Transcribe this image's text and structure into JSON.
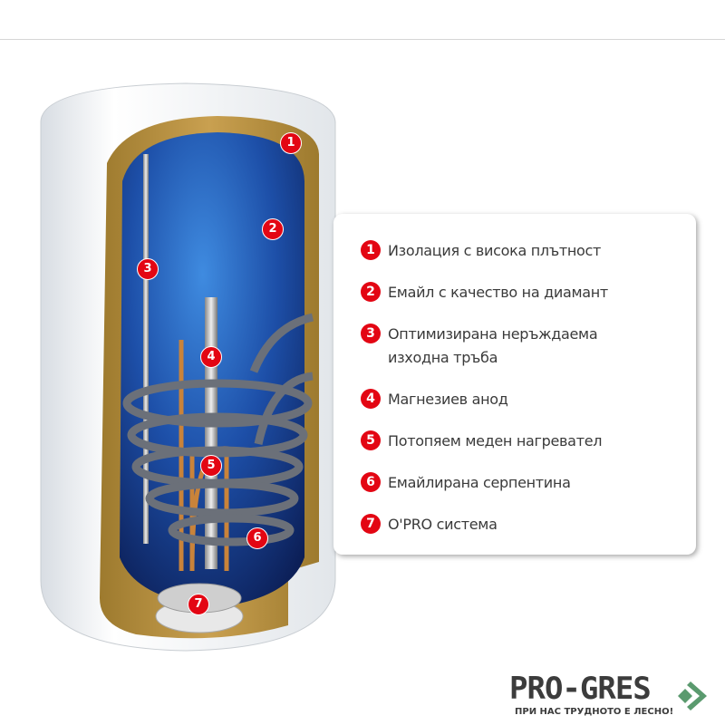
{
  "legend": {
    "items": [
      {
        "number": "1",
        "label": "Изолация с висока плътност"
      },
      {
        "number": "2",
        "label": "Емайл с качество на диамант"
      },
      {
        "number": "3",
        "label": "Оптимизирана неръждаема изходна тръба"
      },
      {
        "number": "4",
        "label": "Магнезиев анод"
      },
      {
        "number": "5",
        "label": "Потопяем меден нагревател"
      },
      {
        "number": "6",
        "label": "Емайлирана серпентина"
      },
      {
        "number": "7",
        "label": "O'PRO система"
      }
    ]
  },
  "logo": {
    "name": "PRO-GRES",
    "tagline": "ПРИ НАС ТРУДНОТО Е ЛЕСНО!"
  },
  "colors": {
    "accent_red": "#e30613",
    "tank_blue": "#1d4fa8",
    "insulation_gold": "#b8903c",
    "logo_green": "#5a9a6e"
  }
}
